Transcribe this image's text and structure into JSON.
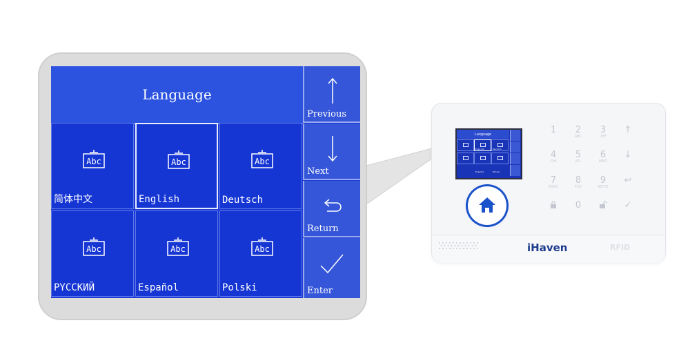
{
  "lcd": {
    "title": "Language",
    "languages": [
      {
        "label": "简体中文"
      },
      {
        "label": "English",
        "selected": true
      },
      {
        "label": "Deutsch"
      },
      {
        "label": "PYCCKИЙ"
      },
      {
        "label": "Español"
      },
      {
        "label": "Polski"
      }
    ],
    "icon_text": "Abc",
    "side_buttons": {
      "previous": "Previous",
      "next": "Next",
      "return": "Return",
      "enter": "Enter"
    }
  },
  "device": {
    "brand": "iHaven",
    "rfid_mark": "RFID",
    "mini_title": "Language",
    "keys": [
      {
        "main": "1",
        "sub": ""
      },
      {
        "main": "2",
        "sub": "ABC"
      },
      {
        "main": "3",
        "sub": "DEF"
      },
      {
        "main": "4",
        "sub": "GHI"
      },
      {
        "main": "5",
        "sub": "JKL"
      },
      {
        "main": "6",
        "sub": "MNO"
      },
      {
        "main": "7",
        "sub": "PQRS"
      },
      {
        "main": "8",
        "sub": "TUV"
      },
      {
        "main": "9",
        "sub": "WXYZ"
      },
      {
        "main": "0",
        "sub": ""
      }
    ],
    "mini_labels": [
      "English",
      "Español",
      "Polski",
      "Deutsch"
    ]
  },
  "colors": {
    "lcd_bg": "#1c3bd6",
    "header_bg": "#2c52e0",
    "side_bg": "#3556d8",
    "home_ring": "#1a52c9",
    "brand": "#1d3c8f"
  }
}
